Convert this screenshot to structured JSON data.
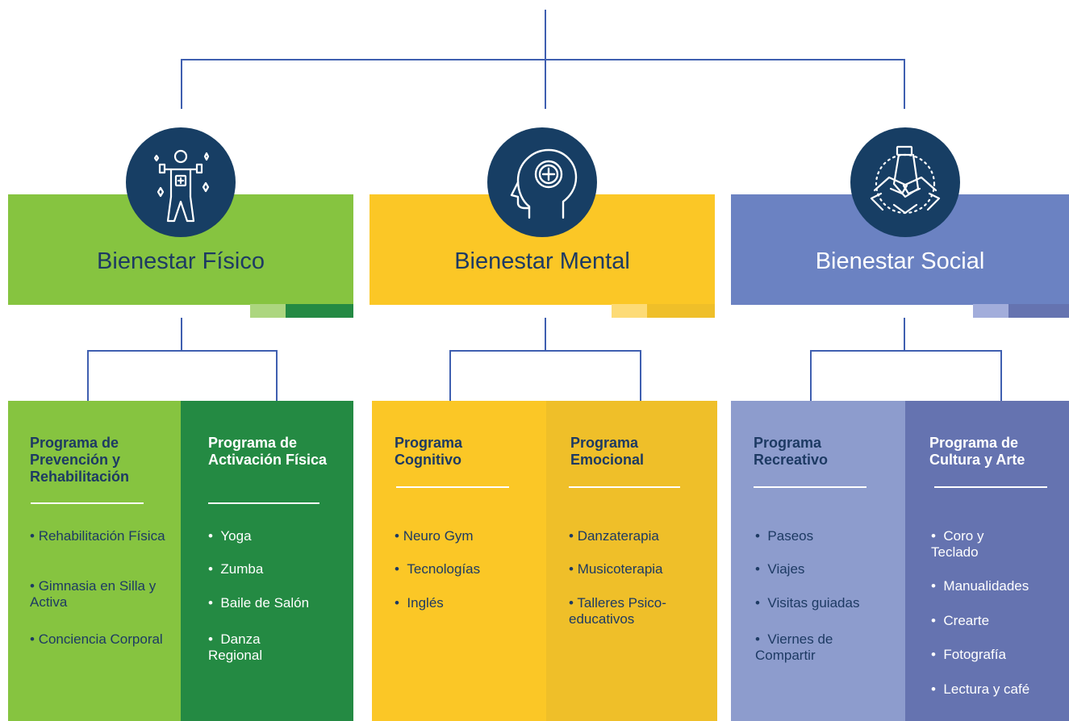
{
  "colors": {
    "connector": "#3f5fb0",
    "circle": "#173e64",
    "fisico_head": "#86c440",
    "fisico_dark": "#248a43",
    "mental_head": "#fbc726",
    "mental_dark": "#efbf29",
    "social_head": "#6b82c2",
    "social_light": "#8d9ccd",
    "social_dark": "#6573b0",
    "title_text": "#1d3a63"
  },
  "pillars": [
    {
      "title": "Bienestar Físico",
      "icon": "fitness-person-icon",
      "programs": [
        {
          "title": "Programa de Prevención y Rehabilitación",
          "items": [
            "Rehabilitación Física",
            "Gimnasia en Silla y Activa",
            "Conciencia Corporal"
          ]
        },
        {
          "title": "Programa de Activación Física",
          "items": [
            "Yoga",
            "Zumba",
            "Baile de Salón",
            "Danza Regional"
          ]
        }
      ]
    },
    {
      "title": "Bienestar Mental",
      "icon": "head-plus-icon",
      "programs": [
        {
          "title": "Programa Cognitivo",
          "items": [
            "Neuro Gym",
            "Tecnologías",
            "Inglés"
          ]
        },
        {
          "title": "Programa Emocional",
          "items": [
            "Danzaterapia",
            "Musicoterapia",
            "Talleres Psico-educativos"
          ]
        }
      ]
    },
    {
      "title": "Bienestar Social",
      "icon": "hands-together-icon",
      "programs": [
        {
          "title": "Programa Recreativo",
          "items": [
            "Paseos",
            "Viajes",
            "Visitas guiadas",
            "Viernes de Compartir"
          ]
        },
        {
          "title": "Programa de Cultura y Arte",
          "items": [
            "Coro y Teclado",
            "Manualidades",
            "Crearte",
            "Fotografía",
            "Lectura y café"
          ]
        }
      ]
    }
  ]
}
